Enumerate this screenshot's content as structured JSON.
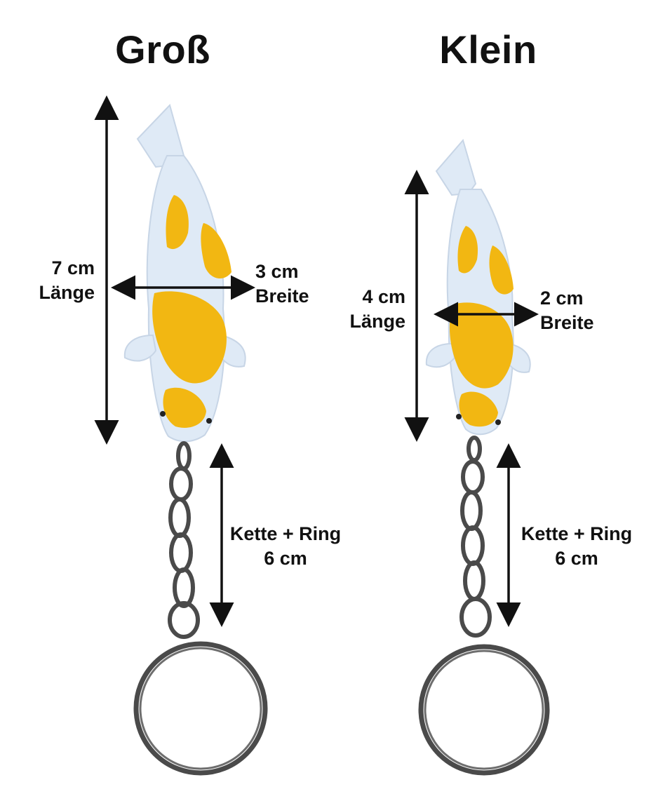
{
  "left": {
    "title": "Groß",
    "length": {
      "value": "7 cm",
      "label": "Länge"
    },
    "width": {
      "value": "3 cm",
      "label": "Breite"
    },
    "chain": {
      "label": "Kette + Ring",
      "value": "6 cm"
    }
  },
  "right": {
    "title": "Klein",
    "length": {
      "value": "4 cm",
      "label": "Länge"
    },
    "width": {
      "value": "2 cm",
      "label": "Breite"
    },
    "chain": {
      "label": "Kette + Ring",
      "value": "6 cm"
    }
  },
  "colors": {
    "fish_body": "#dfeaf6",
    "fish_spots": "#f2b712",
    "metal": "#4a4a4a",
    "arrow": "#111111"
  },
  "icons": [
    "koi-keychain-large-illustration",
    "koi-keychain-small-illustration",
    "double-arrow-icon"
  ]
}
